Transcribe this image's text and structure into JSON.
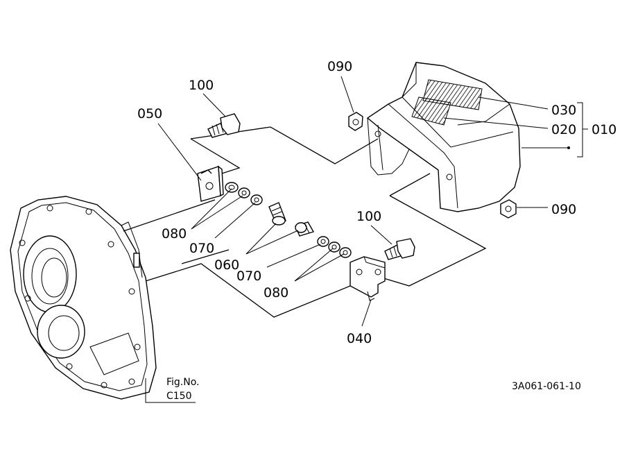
{
  "labels": {
    "p100a": "100",
    "p050": "050",
    "p080a": "080",
    "p070a": "070",
    "p060": "060",
    "p070b": "070",
    "p080b": "080",
    "p100b": "100",
    "p040": "040",
    "p090a": "090",
    "p030": "030",
    "p020": "020",
    "p010": "010",
    "p090b": "090"
  },
  "figure": {
    "fig_label": "Fig.No.",
    "fig_number": "C150",
    "drawing_code": "3A061-061-10"
  }
}
